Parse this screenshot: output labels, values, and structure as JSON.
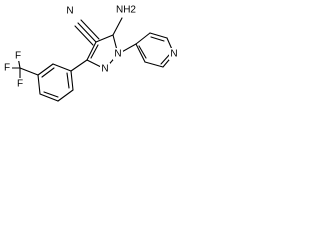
{
  "molecule": {
    "labels": {
      "nitrile_n": "N",
      "amino": "NH2",
      "pyrazole_n1": "N",
      "pyrazole_n2": "N",
      "pyridine_n": "N",
      "cf3_f_top": "F",
      "cf3_f_left": "F",
      "cf3_f_bottom": "F"
    }
  },
  "colors": {
    "bond": "#000000",
    "text": "#000000",
    "background": "#ffffff"
  }
}
